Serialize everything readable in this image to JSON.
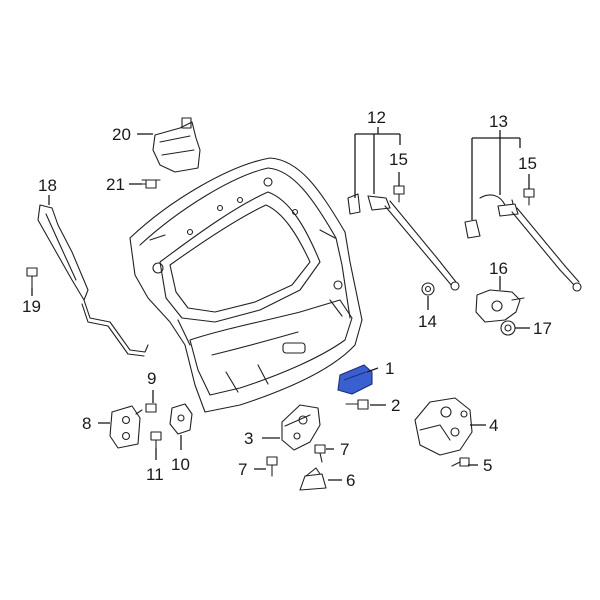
{
  "callouts": {
    "c1": "1",
    "c2": "2",
    "c3": "3",
    "c4": "4",
    "c5": "5",
    "c6": "6",
    "c7a": "7",
    "c7b": "7",
    "c8": "8",
    "c9": "9",
    "c10": "10",
    "c11": "11",
    "c12": "12",
    "c13": "13",
    "c14": "14",
    "c15a": "15",
    "c15b": "15",
    "c16": "16",
    "c17": "17",
    "c18": "18",
    "c19": "19",
    "c20": "20",
    "c21": "21"
  },
  "colors": {
    "highlight": "#3a5fd0",
    "line": "#1a1a1a"
  }
}
